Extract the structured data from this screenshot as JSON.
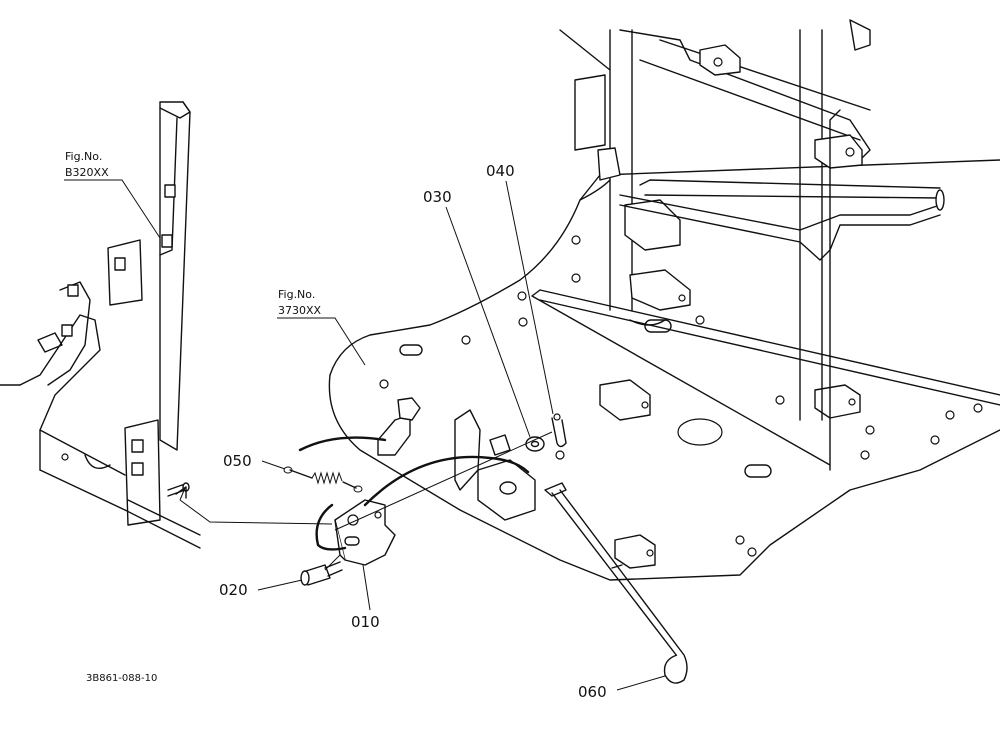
{
  "figure_refs": [
    {
      "line1": "Fig.No.",
      "line2": "B320XX"
    },
    {
      "line1": "Fig.No.",
      "line2": "3730XX"
    }
  ],
  "callouts": [
    "010",
    "020",
    "030",
    "040",
    "050",
    "060"
  ],
  "drawing_code": "3B861-088-10"
}
